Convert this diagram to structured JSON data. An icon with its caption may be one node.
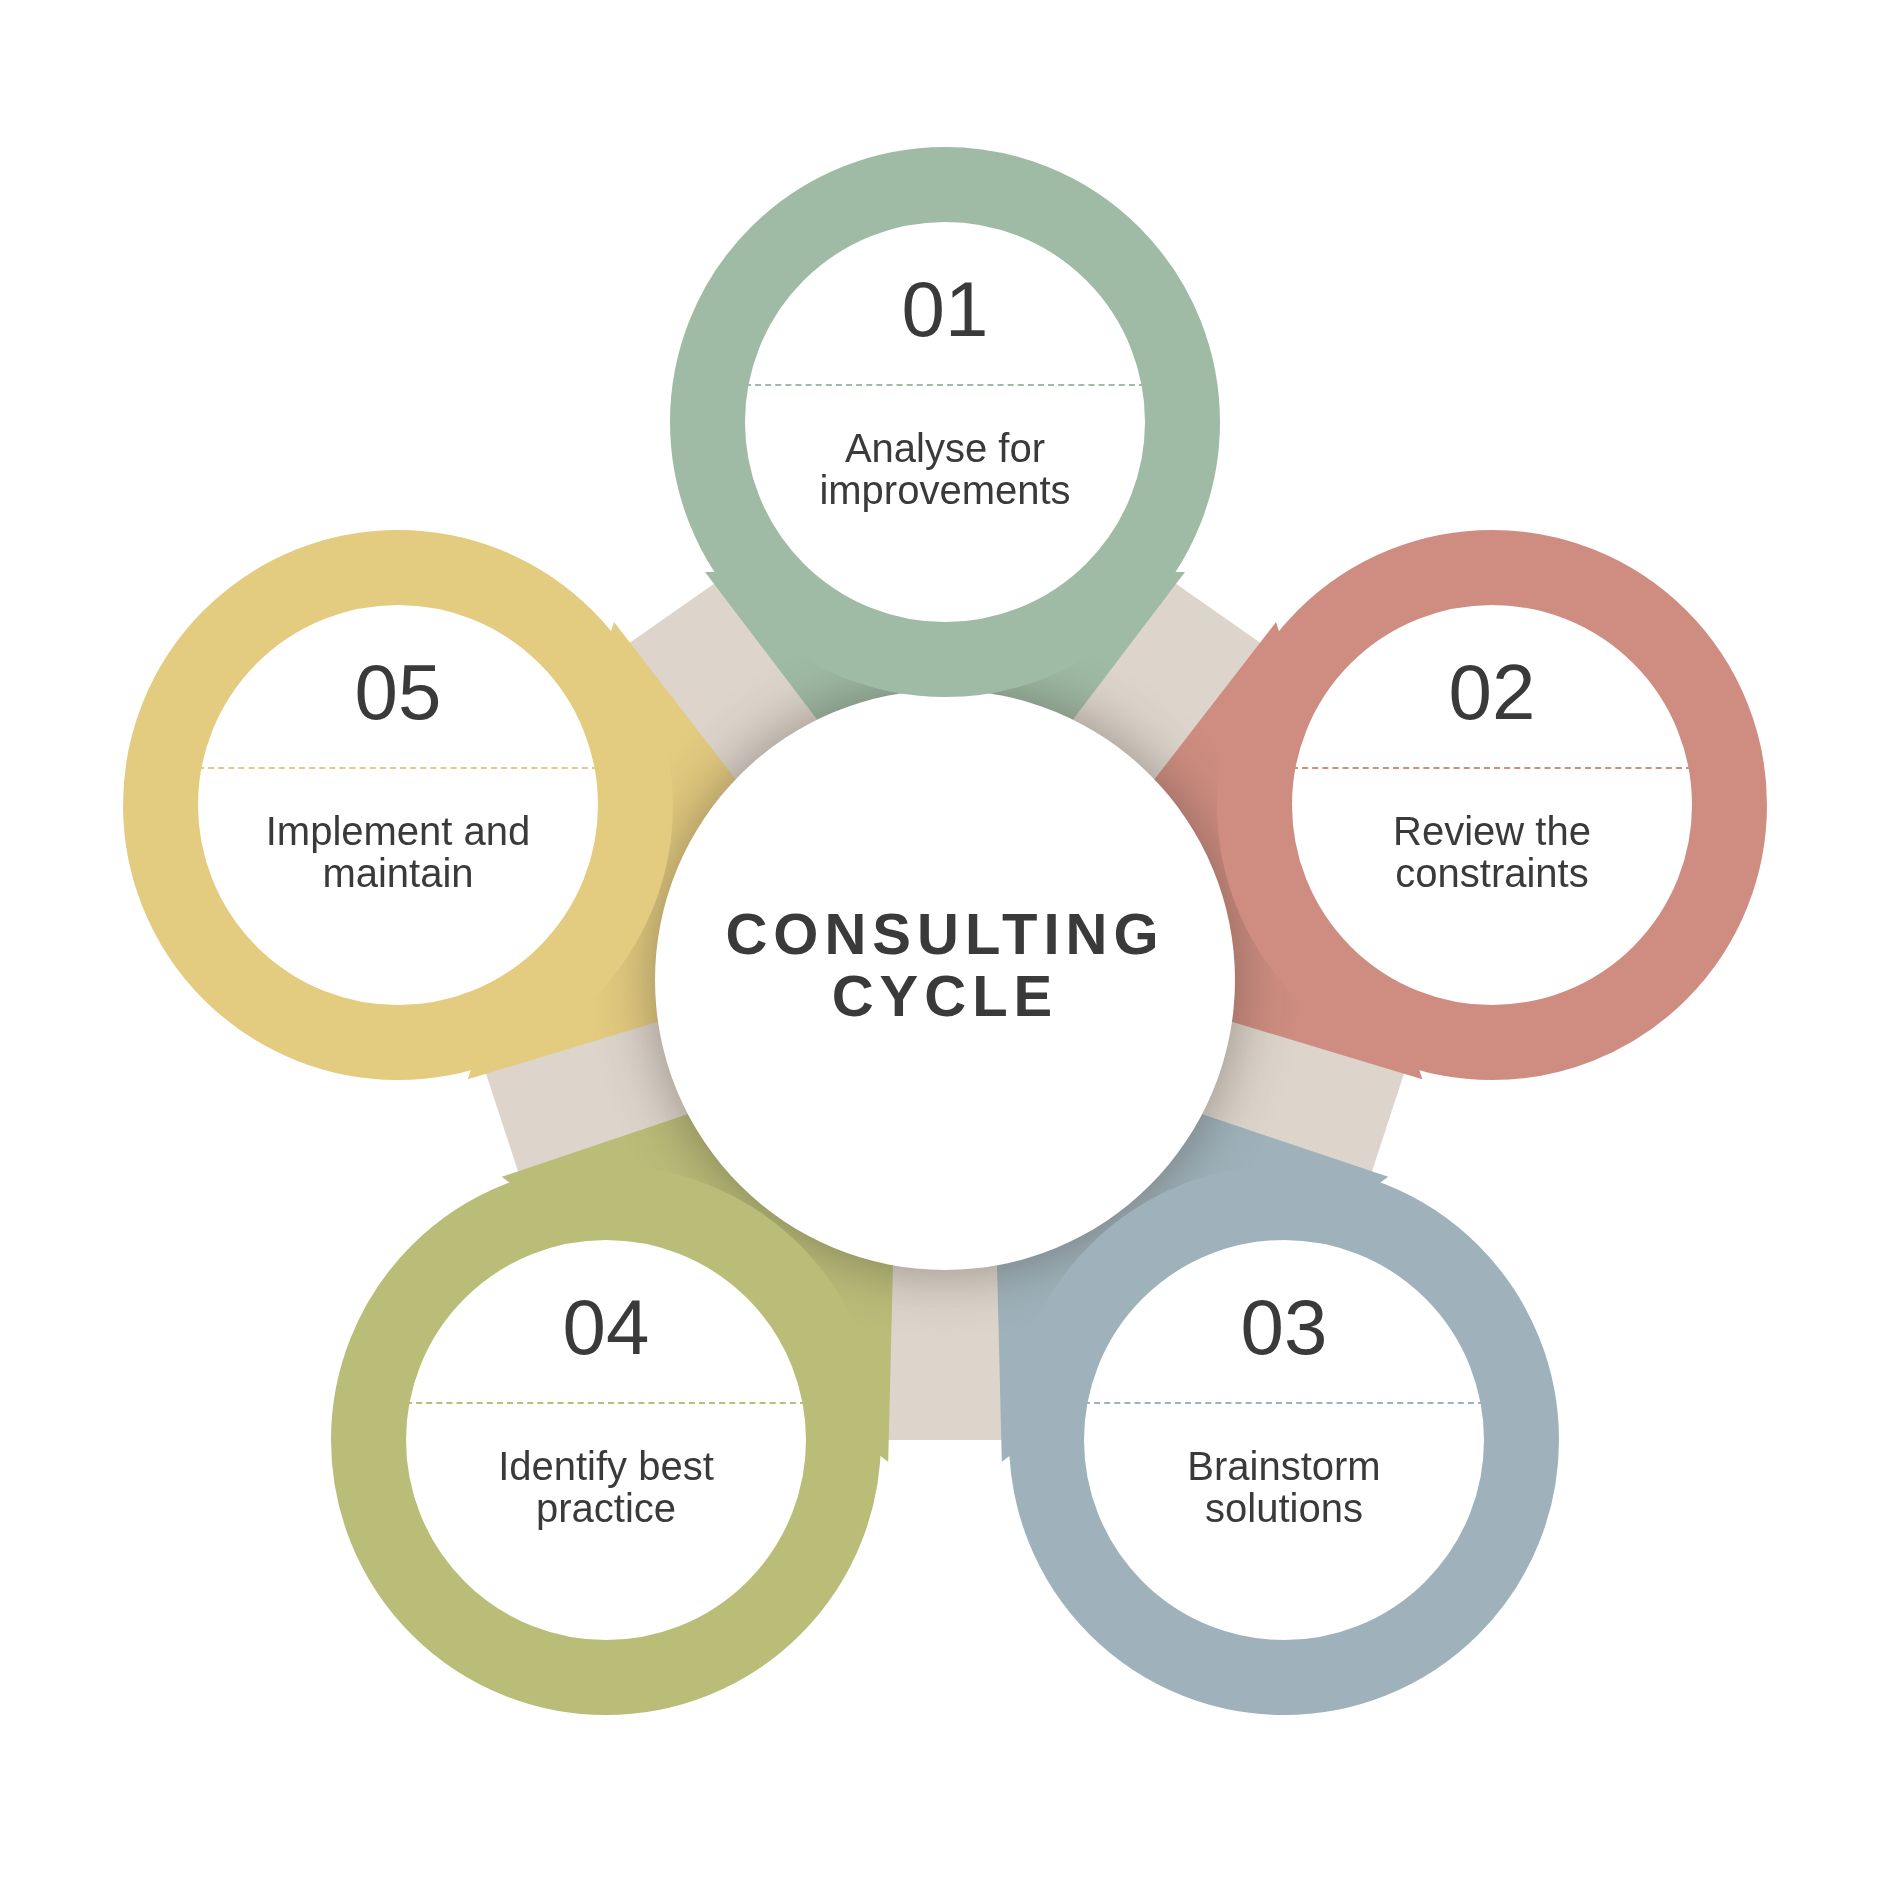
{
  "diagram": {
    "nodes": [
      {
        "text": [
          "CONSULTING CYCLE"
        ]
      },
      {
        "text": [
          "01",
          "Analyse for improvements"
        ]
      },
      {
        "text": [
          "02",
          "Review the constraints"
        ]
      },
      {
        "text": [
          "03",
          "Brainstorm solutions"
        ]
      },
      {
        "text": [
          "04",
          "Identify best practice"
        ]
      },
      {
        "text": [
          "05",
          "Implement and maintain"
        ]
      }
    ]
  }
}
